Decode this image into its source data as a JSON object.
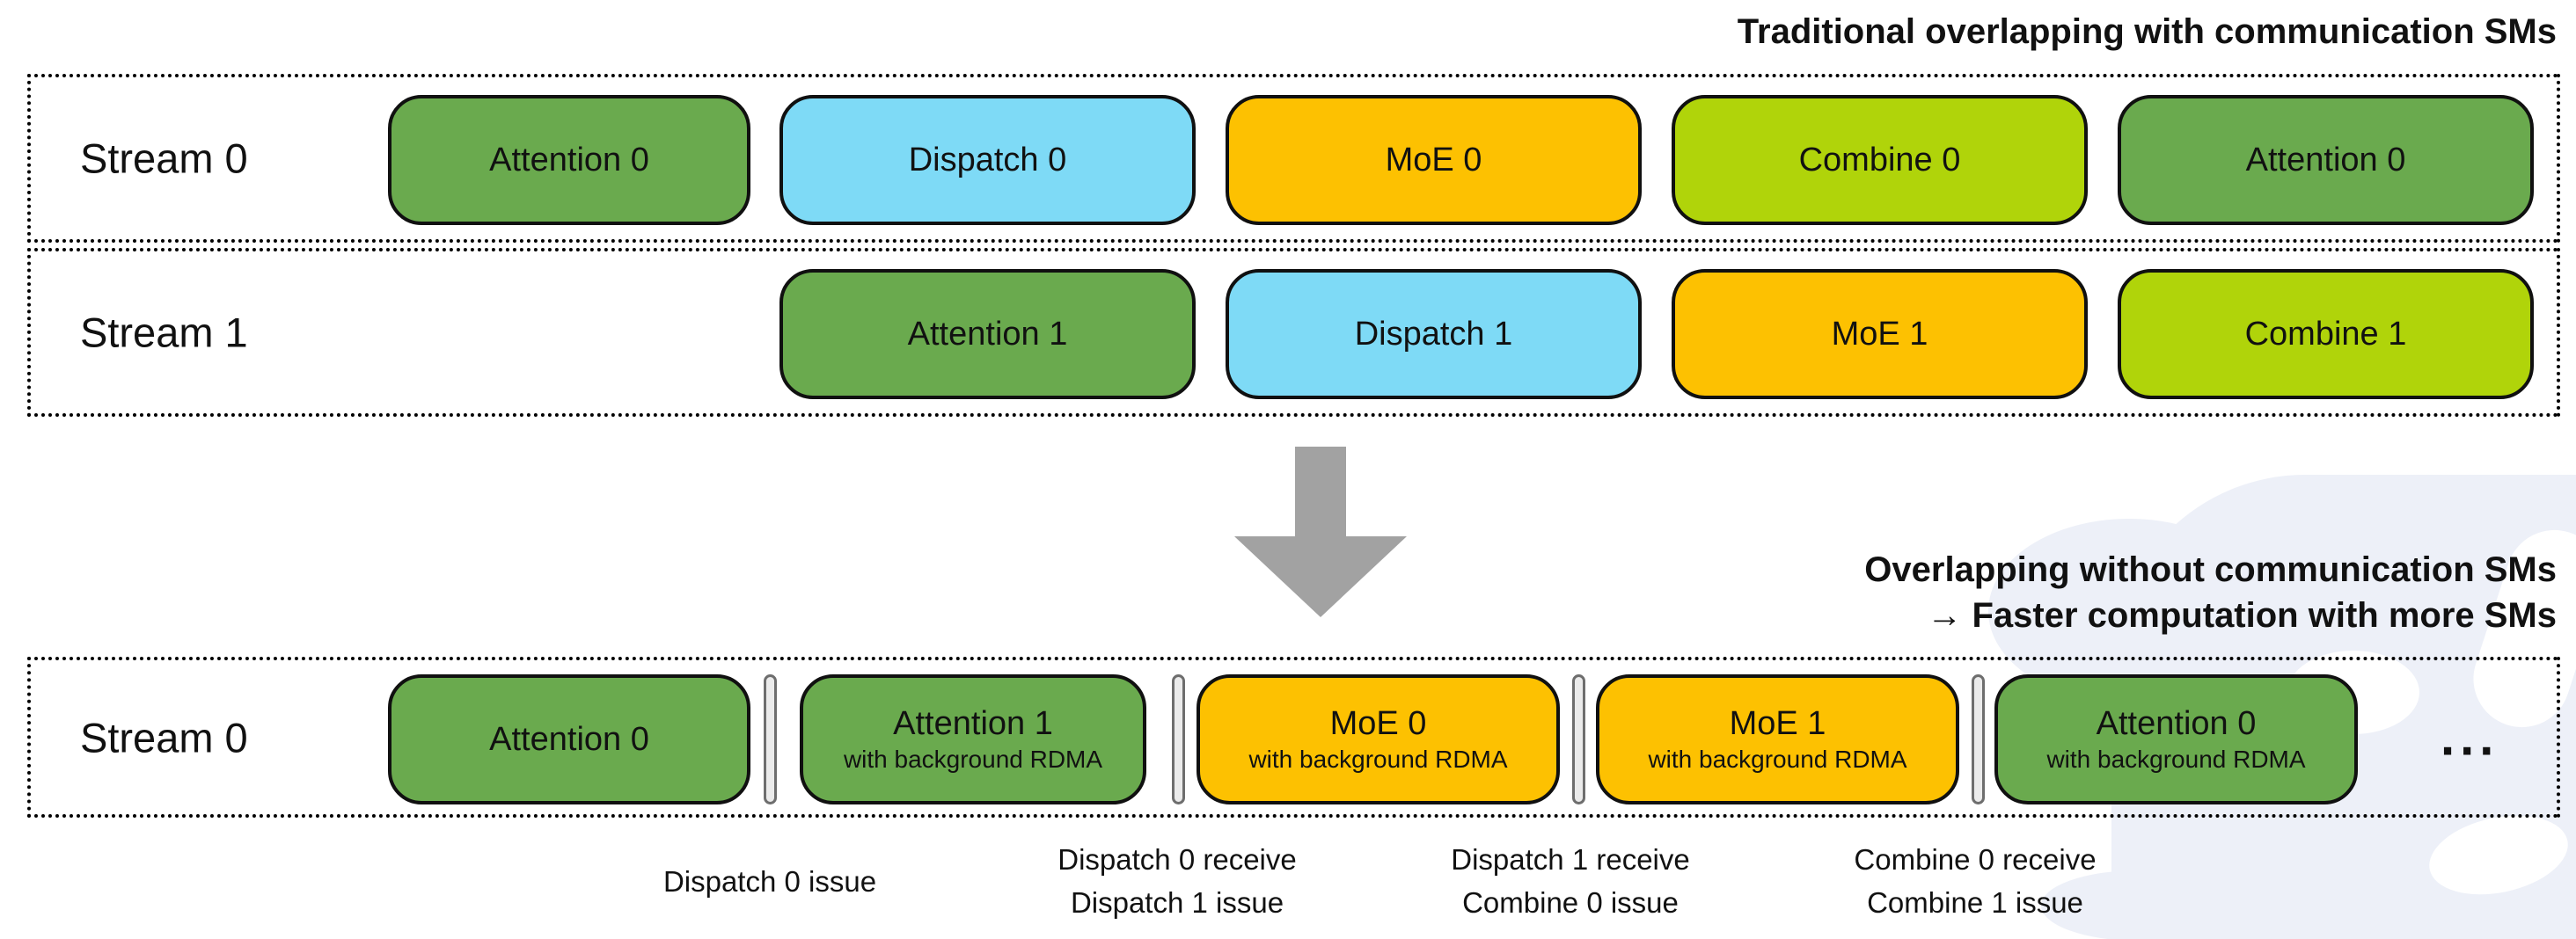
{
  "titles": {
    "traditional": "Traditional overlapping with communication SMs",
    "overlap_line1": "Overlapping without communication SMs",
    "overlap_line2": "→ Faster computation with more SMs"
  },
  "colors": {
    "attention": "#6aaa4e",
    "dispatch": "#7edaf6",
    "moe": "#fdc101",
    "combine": "#b0d40a",
    "arrow": "#a2a2a2",
    "separator": "#ebebeb"
  },
  "lanes": [
    {
      "label": "Stream 0",
      "blocks": [
        {
          "label": "Attention 0",
          "kind": "attention"
        },
        {
          "label": "Dispatch 0",
          "kind": "dispatch"
        },
        {
          "label": "MoE 0",
          "kind": "moe"
        },
        {
          "label": "Combine 0",
          "kind": "combine"
        },
        {
          "label": "Attention 0",
          "kind": "attention"
        }
      ]
    },
    {
      "label": "Stream 1",
      "blocks": [
        {
          "label": "Attention 1",
          "kind": "attention"
        },
        {
          "label": "Dispatch 1",
          "kind": "dispatch"
        },
        {
          "label": "MoE 1",
          "kind": "moe"
        },
        {
          "label": "Combine 1",
          "kind": "combine"
        }
      ]
    },
    {
      "label": "Stream 0",
      "blocks": [
        {
          "label": "Attention 0",
          "kind": "attention"
        },
        {
          "label": "Attention 1",
          "kind": "attention",
          "sublabel": "with background RDMA"
        },
        {
          "label": "MoE 0",
          "kind": "moe",
          "sublabel": "with background RDMA"
        },
        {
          "label": "MoE 1",
          "kind": "moe",
          "sublabel": "with background RDMA"
        },
        {
          "label": "Attention 0",
          "kind": "attention",
          "sublabel": "with background RDMA"
        }
      ],
      "ellipsis": "..."
    }
  ],
  "annotations": [
    {
      "lines": [
        "Dispatch 0 issue"
      ]
    },
    {
      "lines": [
        "Dispatch 0 receive",
        "Dispatch 1 issue"
      ]
    },
    {
      "lines": [
        "Dispatch 1 receive",
        "Combine 0 issue"
      ]
    },
    {
      "lines": [
        "Combine 0 receive",
        "Combine 1 issue"
      ]
    }
  ]
}
